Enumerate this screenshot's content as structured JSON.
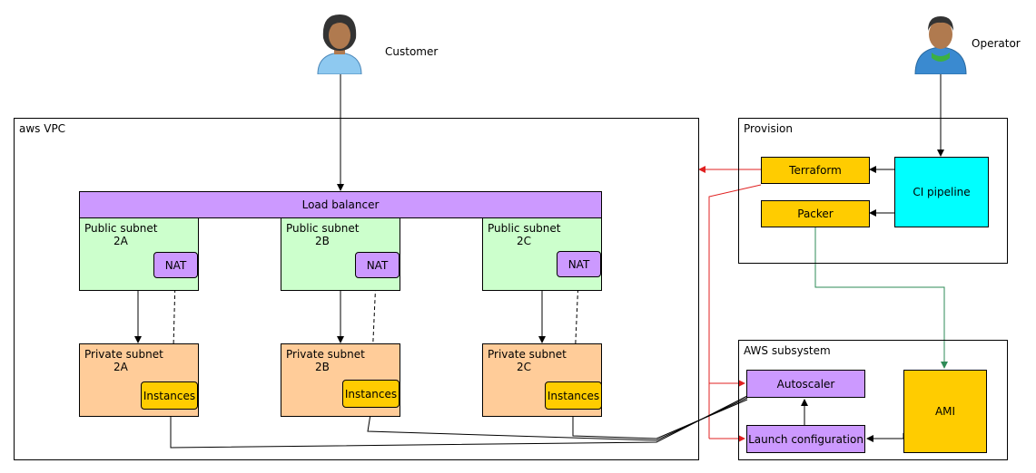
{
  "actors": {
    "customer": "Customer",
    "operator": "Operator"
  },
  "vpc": {
    "title": "aws VPC",
    "load_balancer": "Load balancer",
    "public_subnets": [
      {
        "line1": "Public subnet",
        "line2": "2A",
        "nat": "NAT"
      },
      {
        "line1": "Public subnet",
        "line2": "2B",
        "nat": "NAT"
      },
      {
        "line1": "Public subnet",
        "line2": "2C",
        "nat": "NAT"
      }
    ],
    "private_subnets": [
      {
        "line1": "Private subnet",
        "line2": "2A",
        "instances": "Instances"
      },
      {
        "line1": "Private subnet",
        "line2": "2B",
        "instances": "Instances"
      },
      {
        "line1": "Private subnet",
        "line2": "2C",
        "instances": "Instances"
      }
    ]
  },
  "provision": {
    "title": "Provision",
    "terraform": "Terraform",
    "packer": "Packer",
    "ci_pipeline": "CI pipeline"
  },
  "aws_subsystem": {
    "title": "AWS subsystem",
    "autoscaler": "Autoscaler",
    "launch_configuration": "Launch configuration",
    "ami": "AMI"
  },
  "colors": {
    "public_subnet": "#ccffcc",
    "private_subnet": "#ffcc99",
    "purple": "#cc99ff",
    "orange": "#ffcc00",
    "cyan": "#00ffff",
    "red_arrow": "#e02020",
    "green_arrow": "#2e8b57"
  }
}
